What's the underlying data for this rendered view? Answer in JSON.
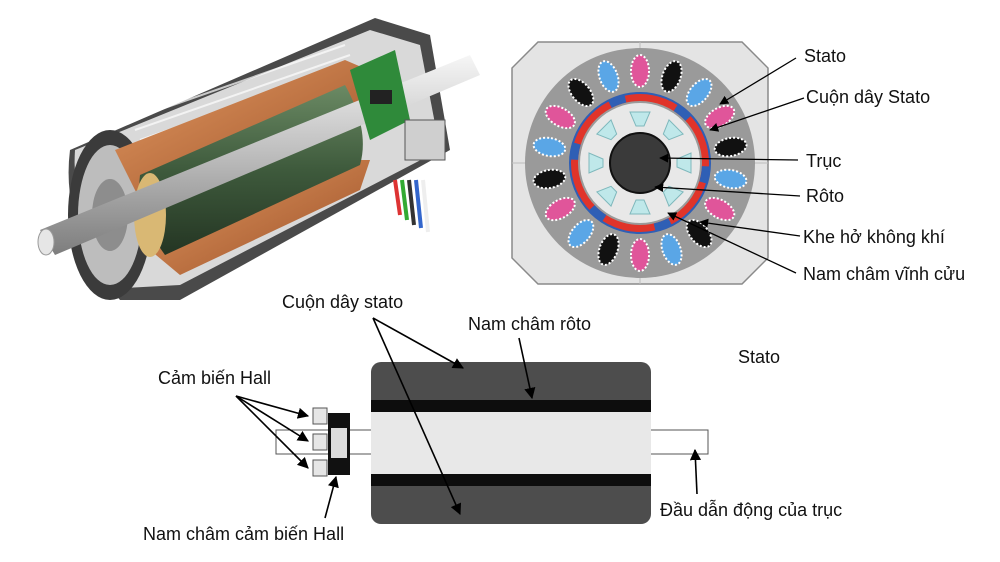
{
  "cross_section_labels": {
    "stator": "Stato",
    "stator_winding": "Cuộn dây Stato",
    "shaft": "Trục",
    "rotor": "Rôto",
    "air_gap": "Khe hở không khí",
    "permanent_magnet": "Nam châm vĩnh cửu"
  },
  "schematic_labels": {
    "stator_coil": "Cuộn dây stato",
    "rotor_magnet": "Nam châm rôto",
    "stator": "Stato",
    "hall_sensor": "Cảm biến Hall",
    "hall_sensor_magnet": "Nam châm cảm biến Hall",
    "shaft_drive_end": "Đầu dẫn động của trục"
  },
  "colors": {
    "winding_copper": "#c06a3a",
    "rotor_green": "#3e5a3c",
    "stator_gray": "#9a9a9a",
    "magnet_red": "#e0342a",
    "magnet_blue": "#2f5fb5",
    "coil_pink": "#e0559a",
    "coil_lightblue": "#5aa6e6",
    "rotor_lamination": "#bfe8ea",
    "magnet_black": "#111111",
    "stator_housing_dark": "#555555"
  }
}
